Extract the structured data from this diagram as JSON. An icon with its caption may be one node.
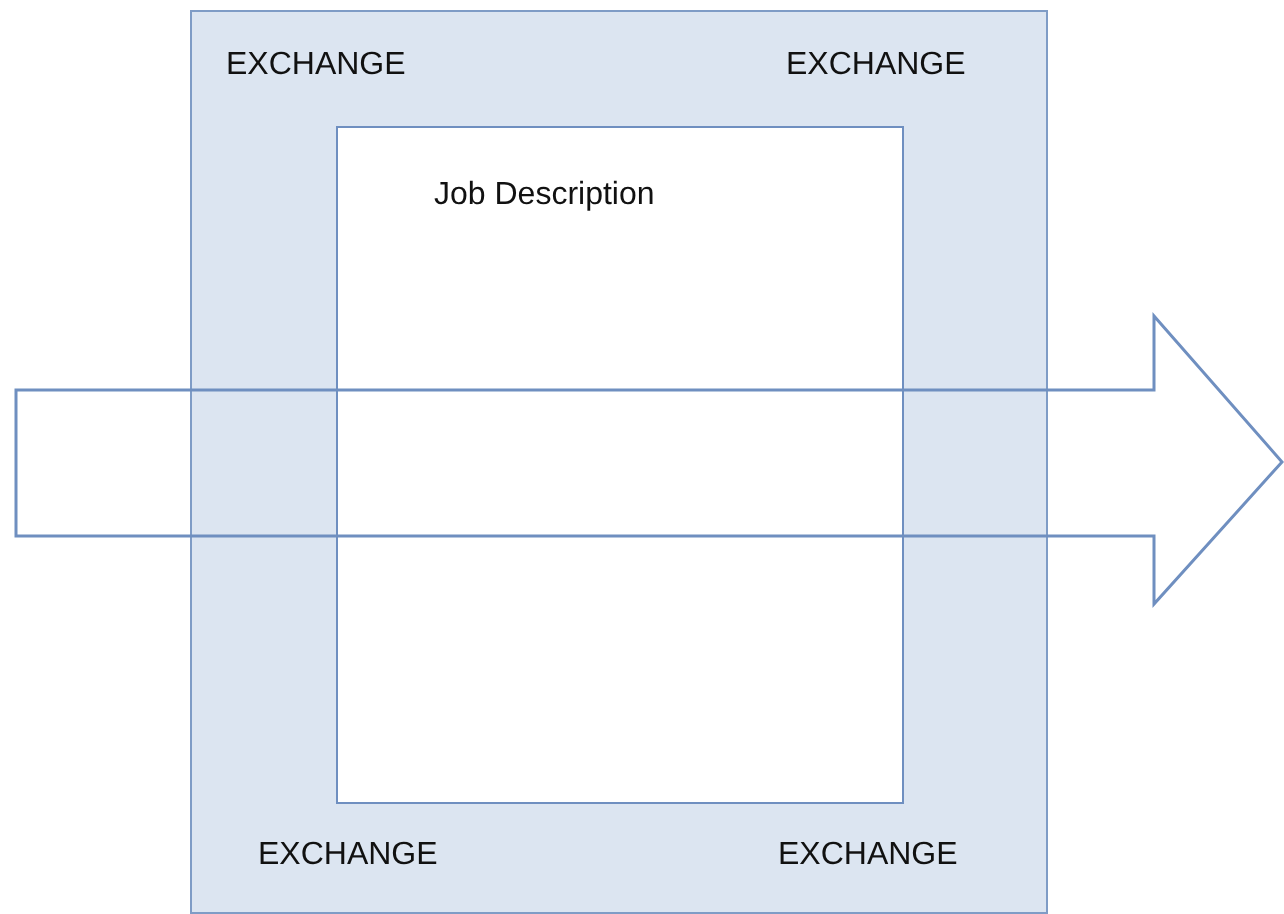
{
  "diagram": {
    "nodes": [
      {
        "text": [
          "EXCHANGE",
          "EXCHANGE",
          "EXCHANGE",
          "EXCHANGE"
        ]
      },
      {
        "text": [
          "Job Description"
        ],
        "in": 0
      }
    ]
  }
}
